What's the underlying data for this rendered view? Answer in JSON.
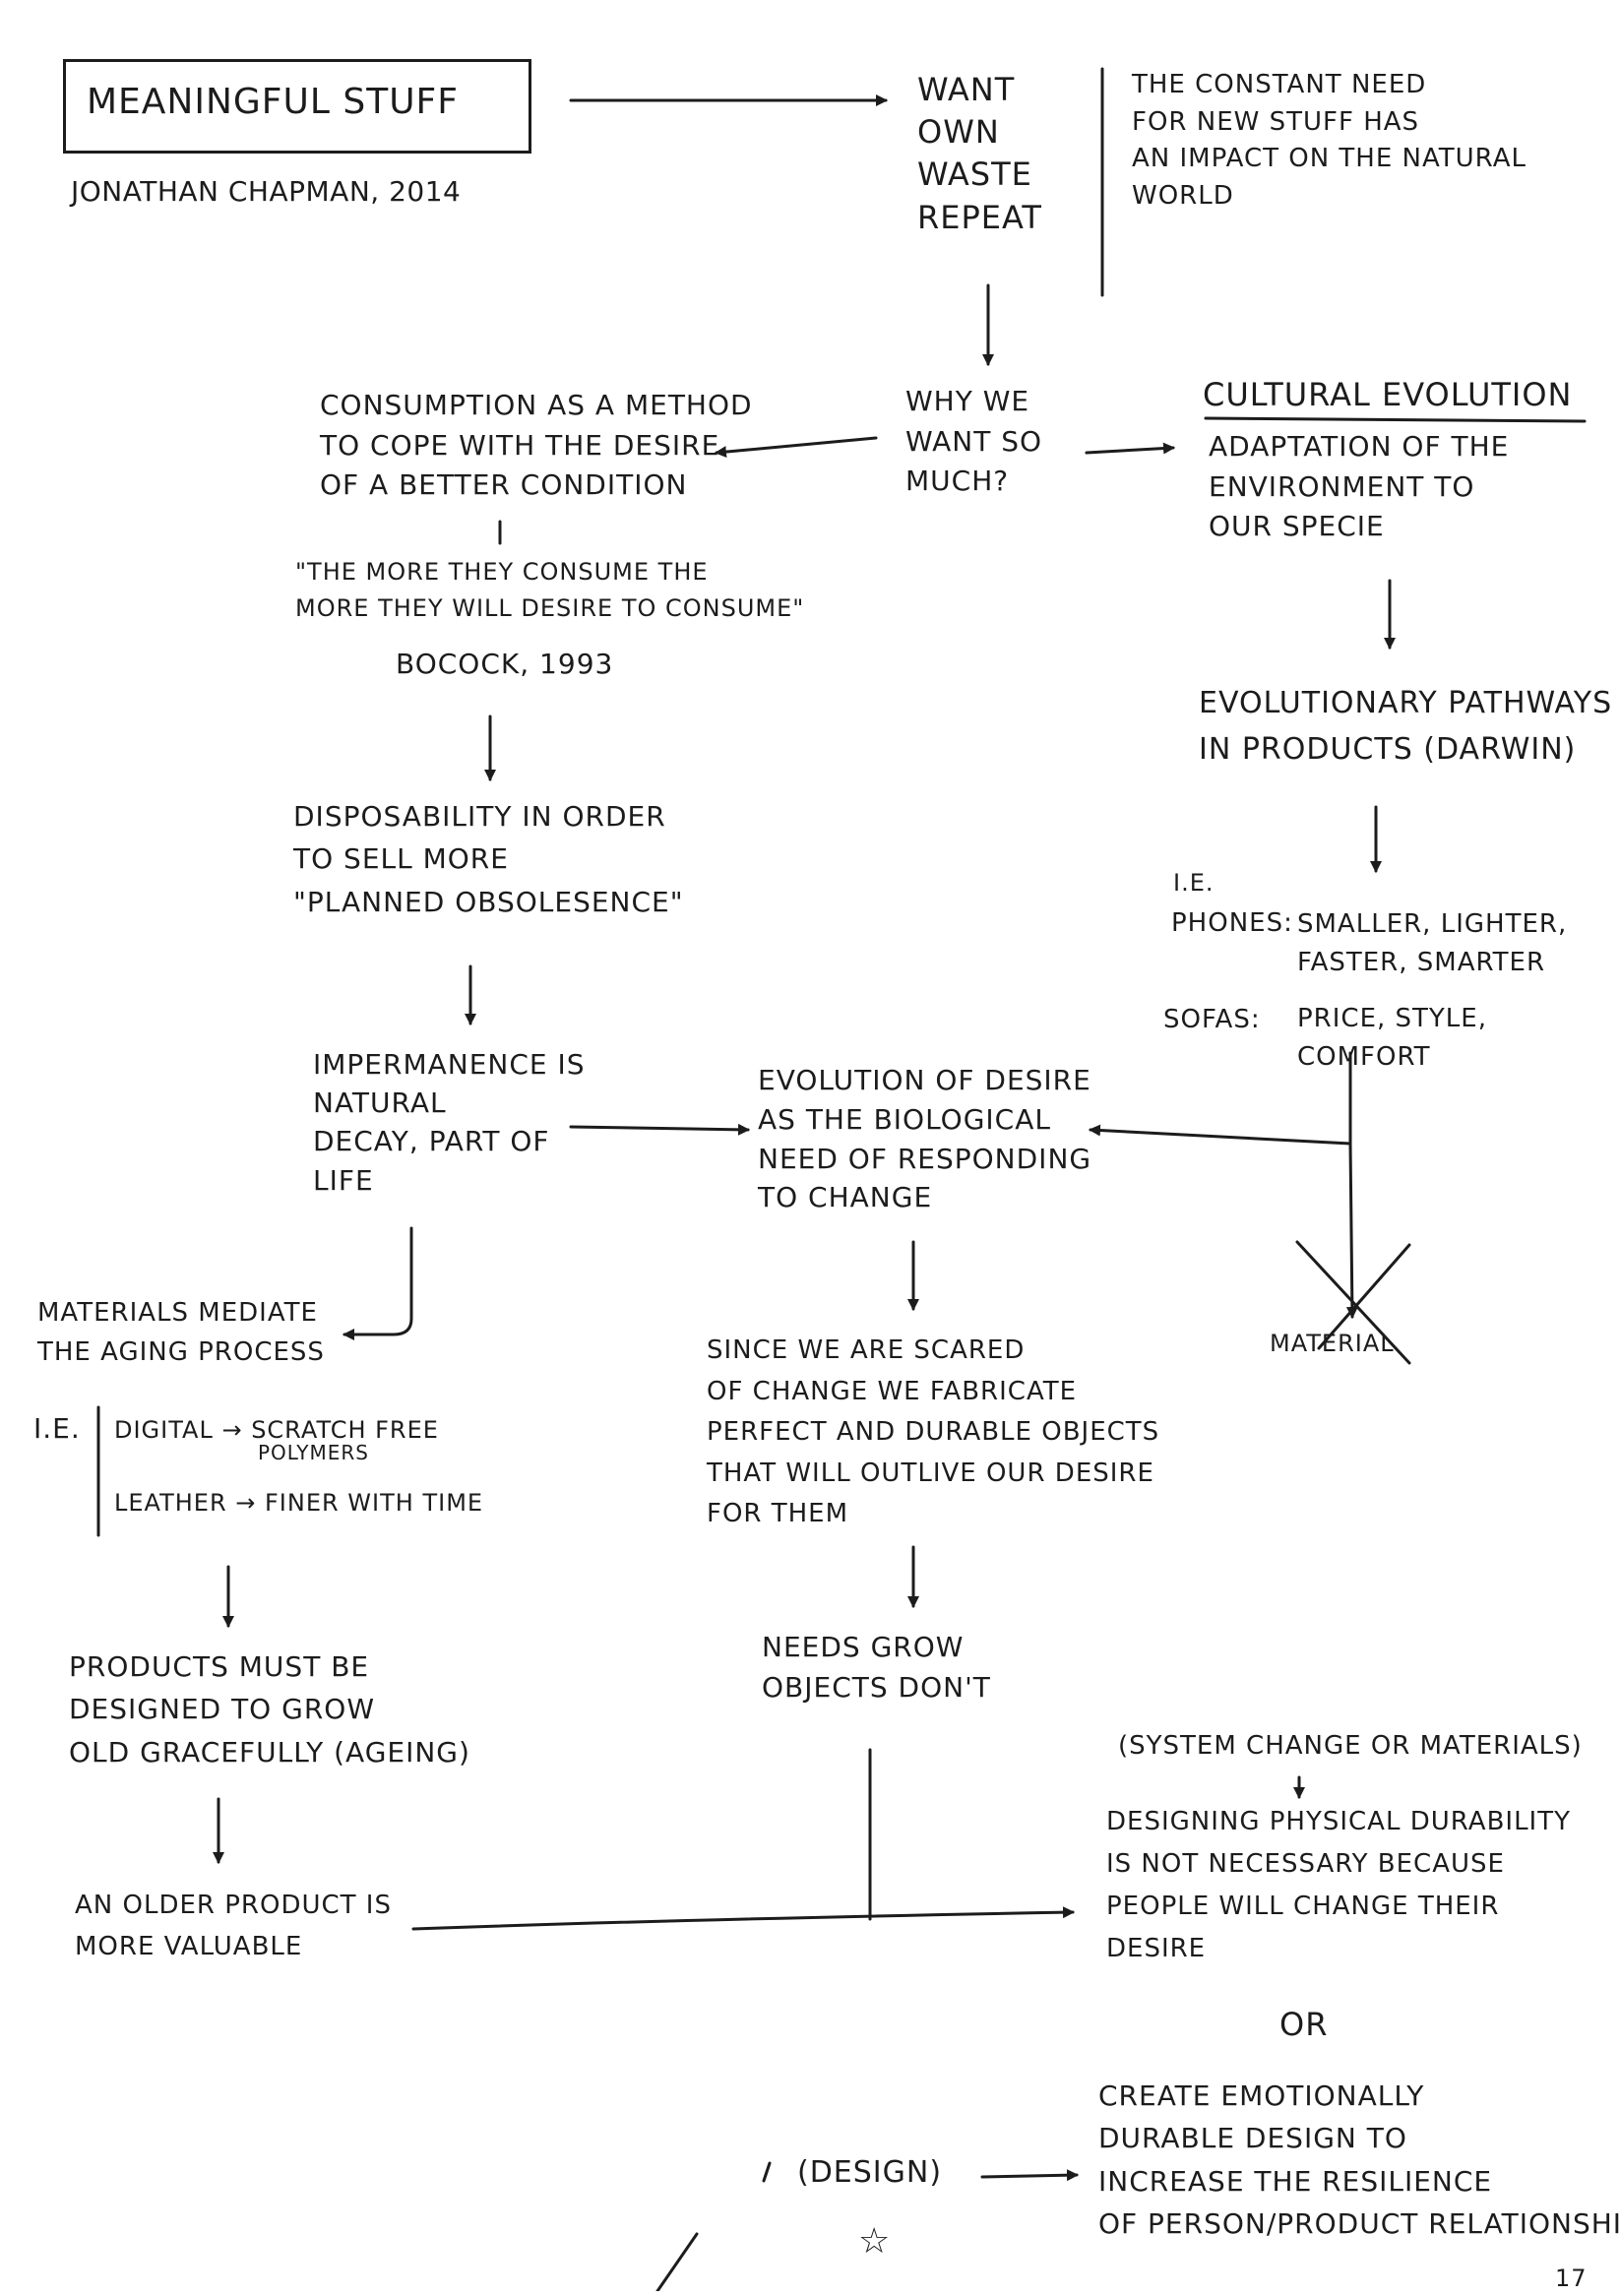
{
  "title": "MEANINGFUL STUFF",
  "author": "JONATHAN CHAPMAN, 2014",
  "nodes": {
    "cycle": "WANT\nOWN\nWASTE\nREPEAT",
    "impact_note": "THE CONSTANT NEED\nFOR NEW STUFF HAS\nAN IMPACT ON THE NATURAL\nWORLD",
    "why": "WHY WE\nWANT SO\nMUCH?",
    "consumption": "CONSUMPTION AS A METHOD\nTO COPE WITH THE DESIRE\nOF A BETTER CONDITION",
    "quote": "\"THE MORE THEY CONSUME THE\nMORE THEY WILL DESIRE TO CONSUME\"",
    "quote_source": "BOCOCK, 1993",
    "cultural_heading": "CULTURAL EVOLUTION",
    "cultural_body": "ADAPTATION OF THE\nENVIRONMENT TO\nOUR SPECIE",
    "evolutionary": "EVOLUTIONARY PATHWAYS\nIN PRODUCTS (DARWIN)",
    "ie_label": "I.E.",
    "phones_label": "PHONES:",
    "phones_text": "SMALLER, LIGHTER,\nFASTER, SMARTER",
    "sofas_label": "SOFAS:",
    "sofas_text": "PRICE, STYLE,\nCOMFORT",
    "disposability": "DISPOSABILITY IN ORDER\nTO SELL MORE\n\"PLANNED OBSOLESENCE\"",
    "impermanence": "IMPERMANENCE IS\nNATURAL\nDECAY, PART OF\nLIFE",
    "evolution_desire": "EVOLUTION OF DESIRE\nAS THE BIOLOGICAL\nNEED OF RESPONDING\nTO CHANGE",
    "material_crossed": "MATERIAL",
    "materials_mediate": "MATERIALS MEDIATE\nTHE AGING PROCESS",
    "ie_label2": "I.E.",
    "digital": "DIGITAL → SCRATCH FREE",
    "digital_cont": "POLYMERS",
    "leather": "LEATHER → FINER WITH TIME",
    "since_scared": "SINCE WE ARE SCARED\nOF CHANGE WE FABRICATE\nPERFECT AND DURABLE OBJECTS\nTHAT WILL OUTLIVE OUR DESIRE\nFOR THEM",
    "needs_grow": "NEEDS GROW\nOBJECTS DON'T",
    "products_grow": "PRODUCTS MUST BE\nDESIGNED TO GROW\nOLD GRACEFULLY (AGEING)",
    "older_product": "AN OLDER PRODUCT IS\nMORE VALUABLE",
    "system_change": "(SYSTEM CHANGE OR MATERIALS)",
    "designing_physical": "DESIGNING PHYSICAL DURABILITY\nIS NOT NECESSARY BECAUSE\nPEOPLE WILL CHANGE THEIR\nDESIRE",
    "or": "OR",
    "create_emotionally": "CREATE EMOTIONALLY\nDURABLE DESIGN TO\nINCREASE THE RESILIENCE\nOF PERSON/PRODUCT RELATIONSHIP!",
    "design": "(DESIGN)",
    "star": "☆",
    "page_number": "17"
  },
  "colors": {
    "ink": "#1c1c1c",
    "paper": "#ffffff"
  }
}
